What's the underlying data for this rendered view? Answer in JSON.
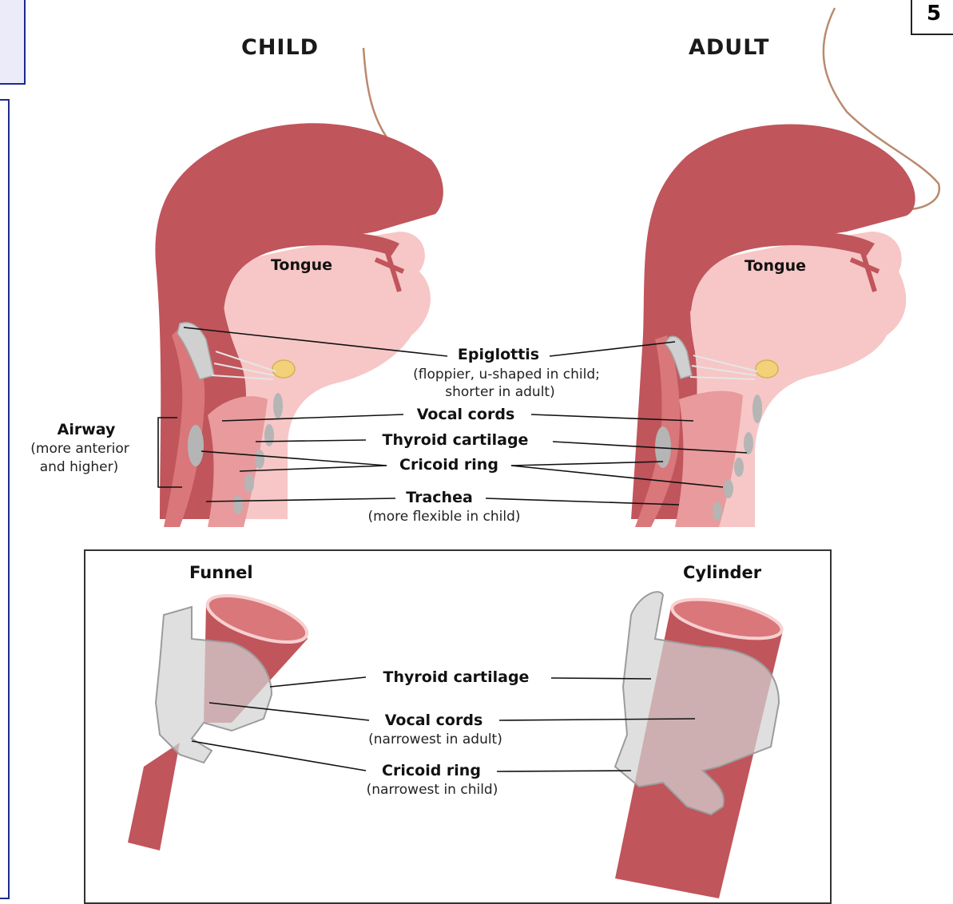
{
  "page_number": "5",
  "titles": {
    "child": "CHILD",
    "adult": "ADULT"
  },
  "head_labels": {
    "tongue_child": "Tongue",
    "tongue_adult": "Tongue",
    "epiglottis": "Epiglottis",
    "epiglottis_note_1": "(floppier, u-shaped in child;",
    "epiglottis_note_2": "shorter in adult)",
    "vocal_cords": "Vocal cords",
    "thyroid_cartilage": "Thyroid cartilage",
    "cricoid_ring": "Cricoid ring",
    "trachea": "Trachea",
    "trachea_note": "(more flexible in child)",
    "airway": "Airway",
    "airway_note_1": "(more anterior",
    "airway_note_2": "and higher)"
  },
  "shape_panel": {
    "funnel": "Funnel",
    "cylinder": "Cylinder",
    "thyroid_cartilage": "Thyroid cartilage",
    "vocal_cords": "Vocal cords",
    "vocal_cords_note": "(narrowest in adult)",
    "cricoid_ring": "Cricoid ring",
    "cricoid_ring_note": "(narrowest in child)"
  },
  "colors": {
    "tissue_dark": "#c0555b",
    "tissue_mid": "#d9777b",
    "tissue_light": "#f6c7c6",
    "cartilage": "#bdbdbd",
    "nose_outline": "#b98a6e"
  }
}
